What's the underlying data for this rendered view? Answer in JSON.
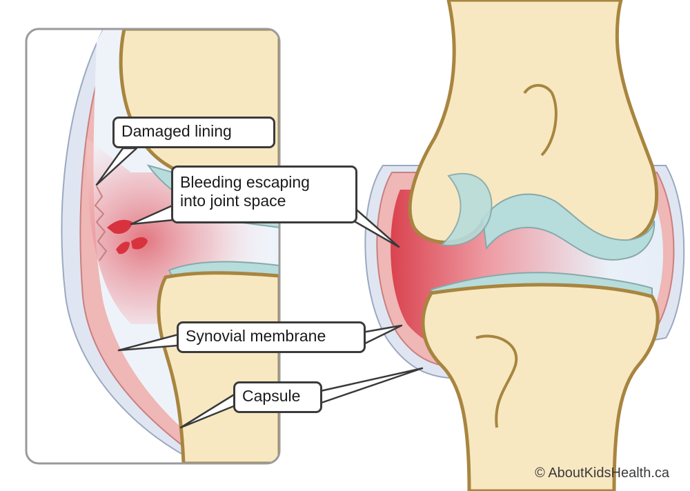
{
  "labels": {
    "damaged_lining": "Damaged lining",
    "bleeding_line1": "Bleeding escaping",
    "bleeding_line2": "into joint space",
    "synovial_membrane": "Synovial membrane",
    "capsule": "Capsule"
  },
  "copyright": "© AboutKidsHealth.ca",
  "colors": {
    "bone_fill": "#f7e8c2",
    "bone_outline": "#a8853f",
    "cartilage": "#b7dcdc",
    "synovium": "#efb7b5",
    "bleeding": "#d8323f",
    "capsule": "#dfe6f2",
    "outline": "#3a3a3a"
  },
  "icons": [
    "blood-drop-icon"
  ]
}
